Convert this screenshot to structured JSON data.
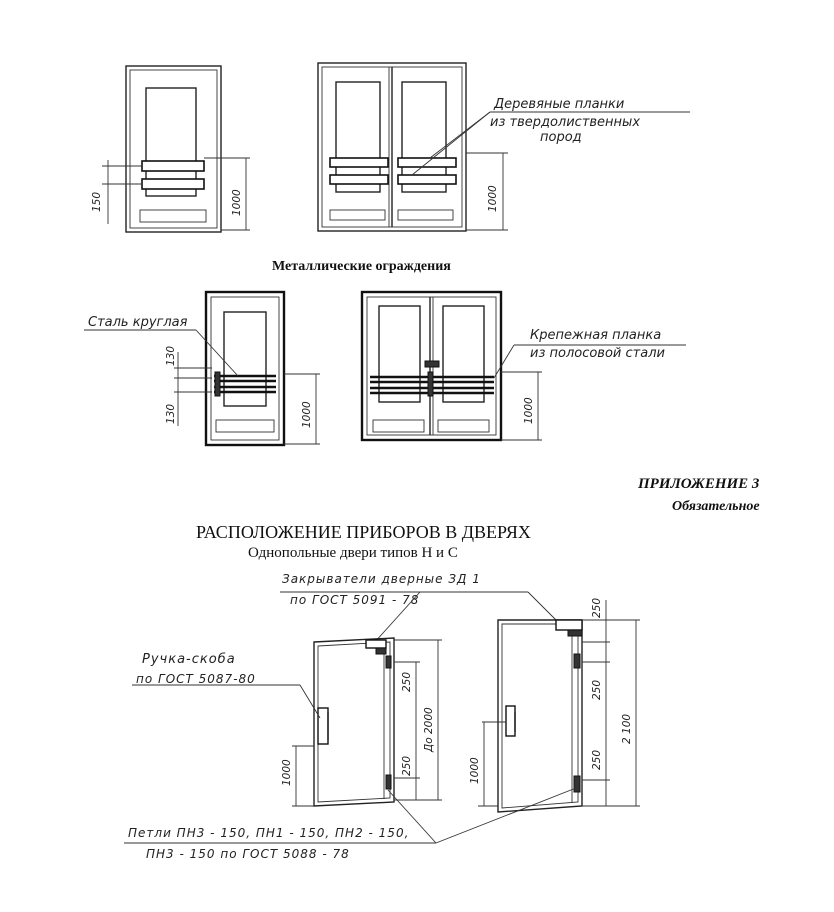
{
  "labels": {
    "wood_slats_1": "Деревяные планки",
    "wood_slats_2": "из твердолиственных",
    "wood_slats_3": "пород",
    "metal_guards": "Металлические ограждения",
    "steel_round": "Сталь круглая",
    "fix_slat_1": "Крепежная планка",
    "fix_slat_2": "из полосовой стали",
    "appendix": "ПРИЛОЖЕНИЕ 3",
    "mandatory": "Обязательное",
    "main_title": "РАСПОЛОЖЕНИЕ ПРИБОРОВ В ДВЕРЯХ",
    "subtitle": "Однопольные двери типов Н и С",
    "closer_1": "Закрыватели дверные ЗД 1",
    "closer_2": "по ГОСТ 5091 - 78",
    "handle_1": "Ручка-скоба",
    "handle_2": "по ГОСТ 5087-80",
    "hinges_1": "Петли ПН3 - 150, ПН1 - 150, ПН2 - 150,",
    "hinges_2": "ПН3 - 150  по ГОСТ 5088 - 78"
  },
  "dimensions": {
    "d150": "150",
    "d1000": "1000",
    "d130": "130",
    "d250": "250",
    "d2000": "До 2000",
    "d2100": "2 100",
    "d1000b": "1000",
    "d1000c": "1000"
  },
  "colors": {
    "ink": "#222222",
    "paper": "#ffffff"
  }
}
